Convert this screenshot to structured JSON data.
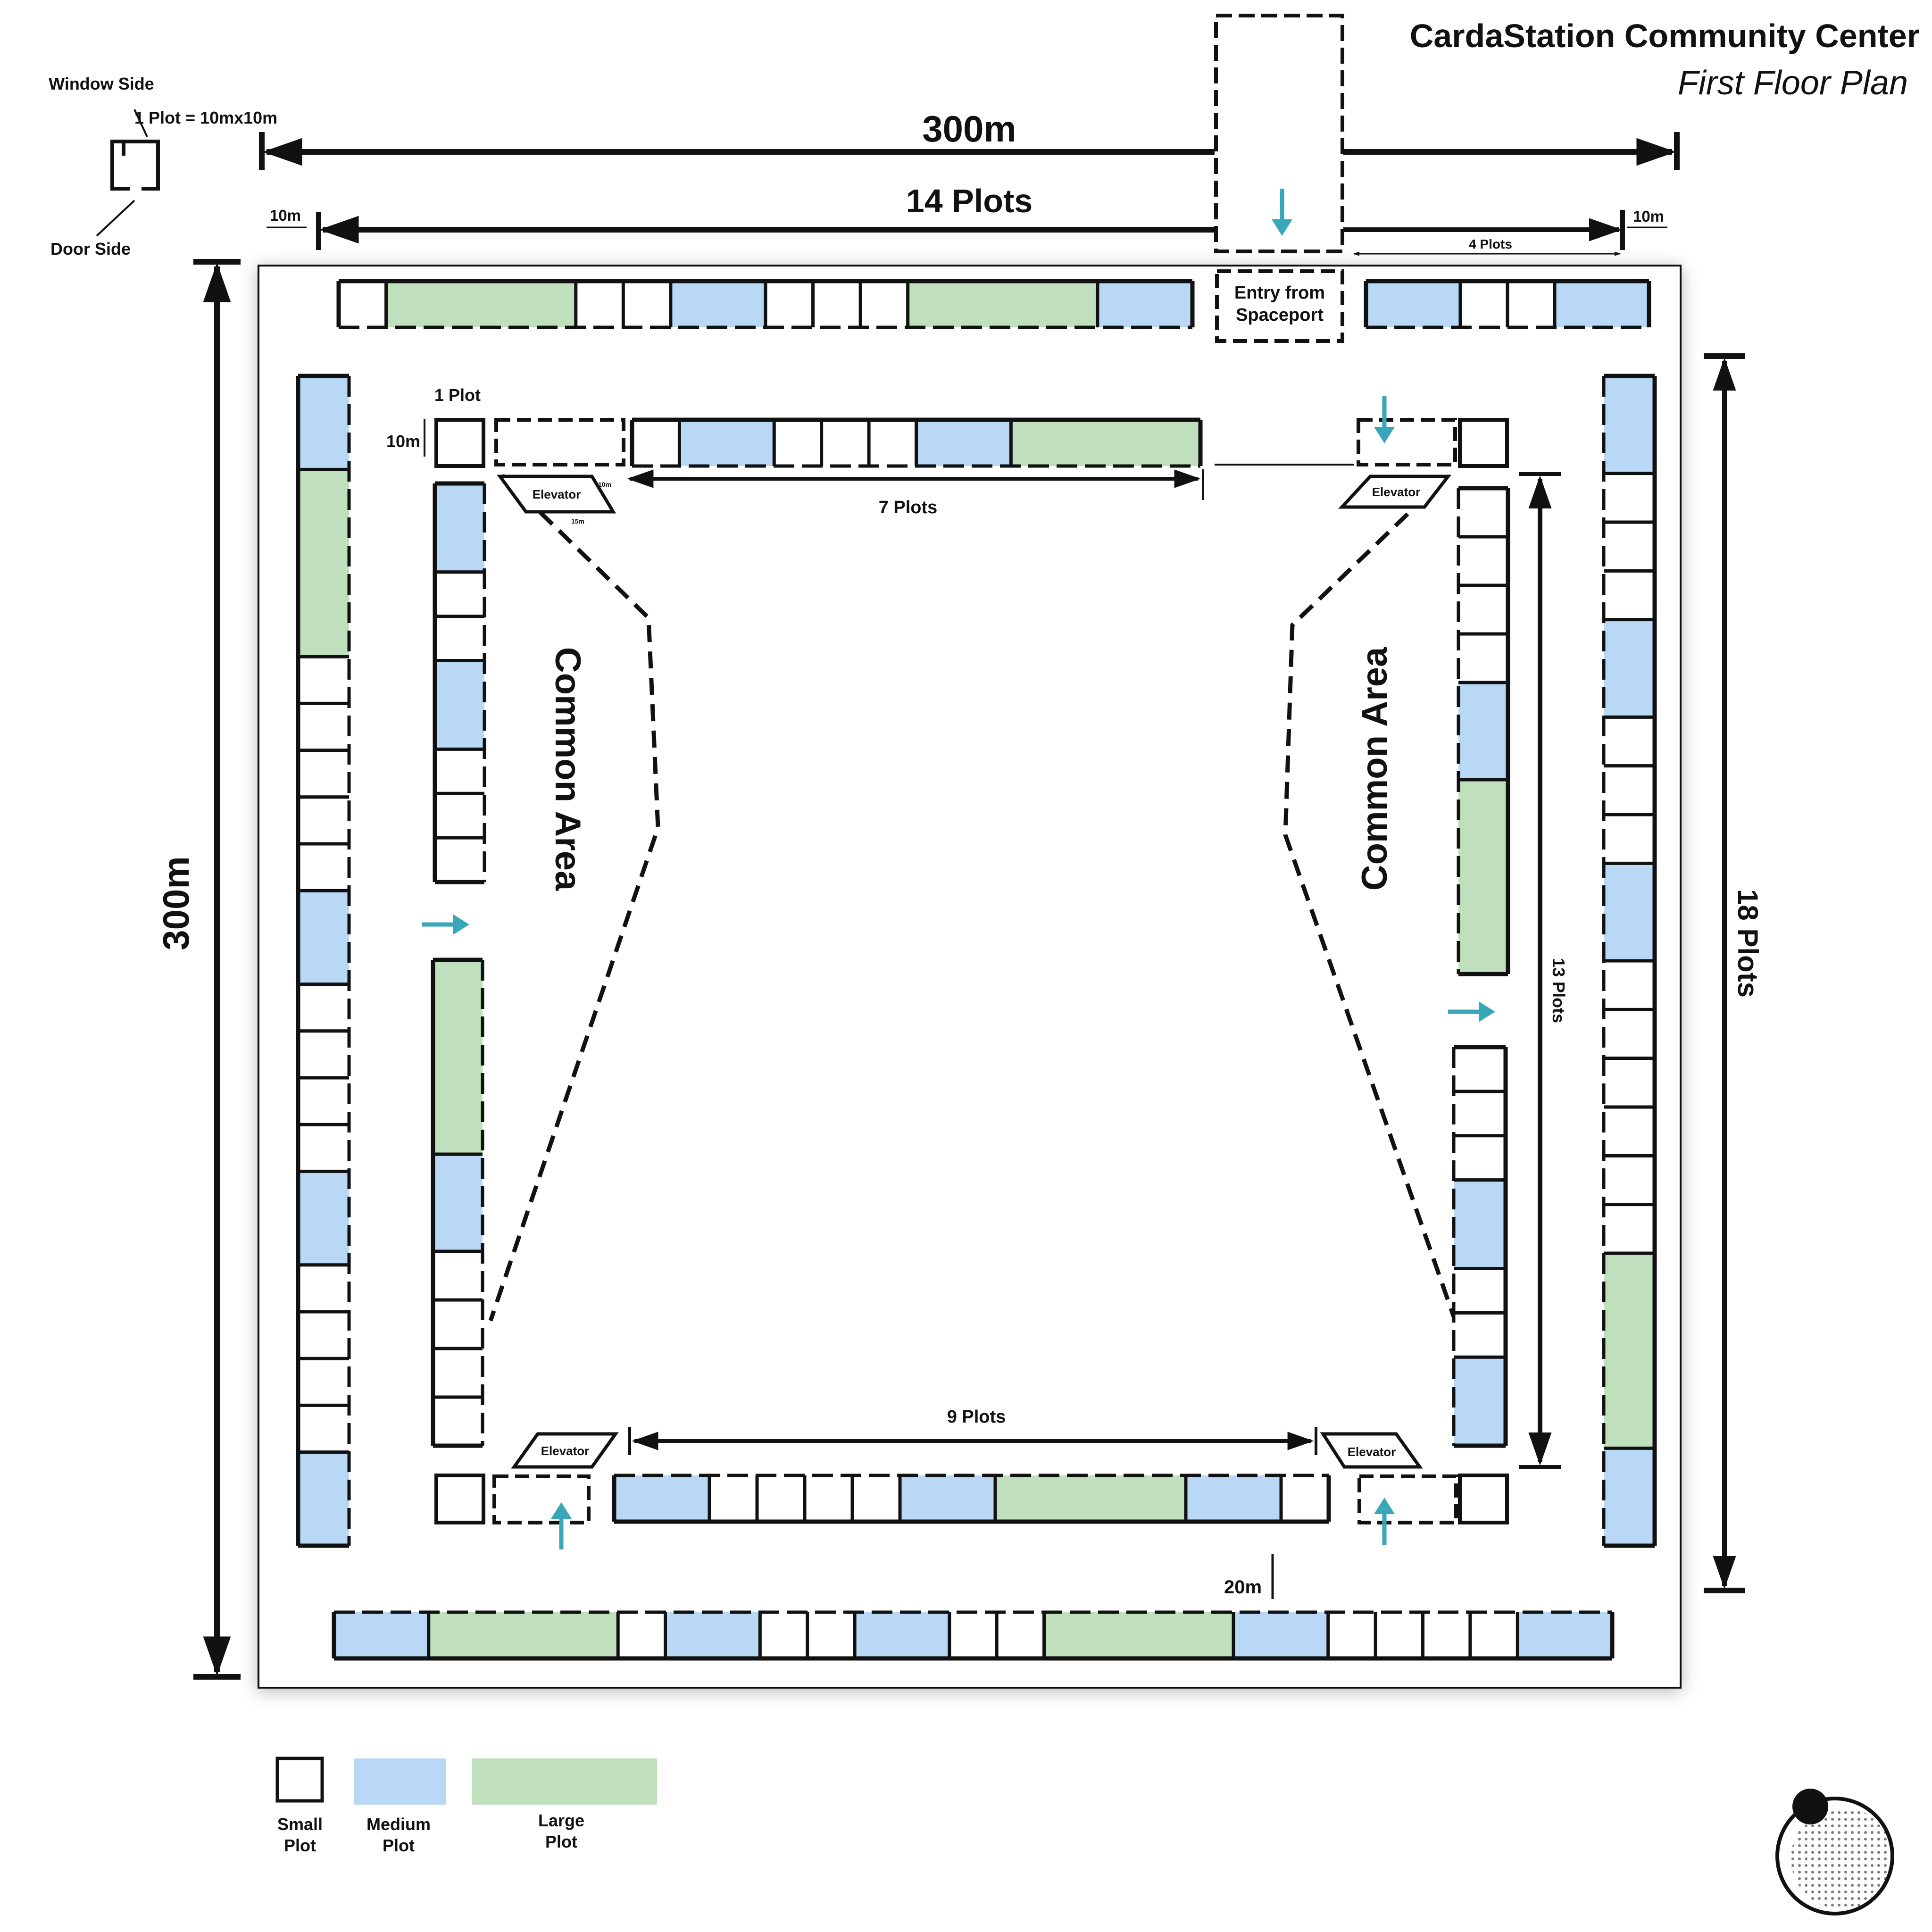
{
  "title": "CardaStation Community Center",
  "subtitle": "First Floor Plan",
  "legend_key": {
    "window_side": "Window Side",
    "door_side": "Door Side",
    "plot_scale": "1 Plot = 10mx10m"
  },
  "dimensions": {
    "total_width": "300m",
    "total_width_plots": "14 Plots",
    "total_height": "300m",
    "right_height_plots": "18 Plots",
    "inner_right_plots": "13 Plots",
    "inner_top_plots": "7 Plots",
    "inner_bottom_plots": "9 Plots",
    "top_right_plots": "4 Plots",
    "margin_left": "10m",
    "margin_right": "10m",
    "one_plot": "1 Plot",
    "one_plot_size": "10m",
    "gap": "20m",
    "elevator_w": "15m",
    "elevator_h": "10m"
  },
  "labels": {
    "entry": [
      "Entry from",
      "Spaceport"
    ],
    "elevator": "Elevator",
    "common_area": "Common Area"
  },
  "legend": {
    "small": [
      "Small",
      "Plot"
    ],
    "medium": [
      "Medium",
      "Plot"
    ],
    "large": [
      "Large",
      "Plot"
    ]
  },
  "colors": {
    "medium": "#b8d8f6",
    "large": "#bfdfbd",
    "arrow": "#3aa6b9",
    "line": "#111111"
  },
  "plot_rows": {
    "top_outer_left": [
      "S",
      "L",
      "S",
      "S",
      "M",
      "S",
      "S",
      "S",
      "L",
      "M"
    ],
    "top_outer_right": [
      "M",
      "S",
      "S",
      "M"
    ],
    "left_outer": [
      "M",
      "L",
      "S",
      "S",
      "S",
      "S",
      "S",
      "M",
      "S",
      "S",
      "S",
      "S",
      "M",
      "S",
      "S",
      "S",
      "S",
      "M"
    ],
    "right_outer": [
      "M",
      "S",
      "S",
      "S",
      "M",
      "S",
      "S",
      "S",
      "M",
      "S",
      "S",
      "S",
      "S",
      "S",
      "S",
      "L",
      "M"
    ],
    "bottom_outer": [
      "M",
      "L",
      "S",
      "M",
      "S",
      "S",
      "M",
      "S",
      "S",
      "L",
      "M",
      "S",
      "S",
      "S",
      "S",
      "M"
    ],
    "inner_top": [
      "S",
      "M",
      "S",
      "S",
      "S",
      "M",
      "L"
    ],
    "inner_left_upper": [
      "M",
      "S",
      "S",
      "M",
      "S",
      "S",
      "S"
    ],
    "inner_left_lower": [
      "L",
      "M",
      "S",
      "S",
      "S",
      "S"
    ],
    "inner_right_upper": [
      "S",
      "S",
      "S",
      "S",
      "M",
      "L"
    ],
    "inner_right_lower": [
      "S",
      "S",
      "S",
      "M",
      "S",
      "S",
      "M"
    ],
    "inner_bottom": [
      "M",
      "S",
      "S",
      "S",
      "S",
      "M",
      "L",
      "M",
      "S"
    ]
  }
}
